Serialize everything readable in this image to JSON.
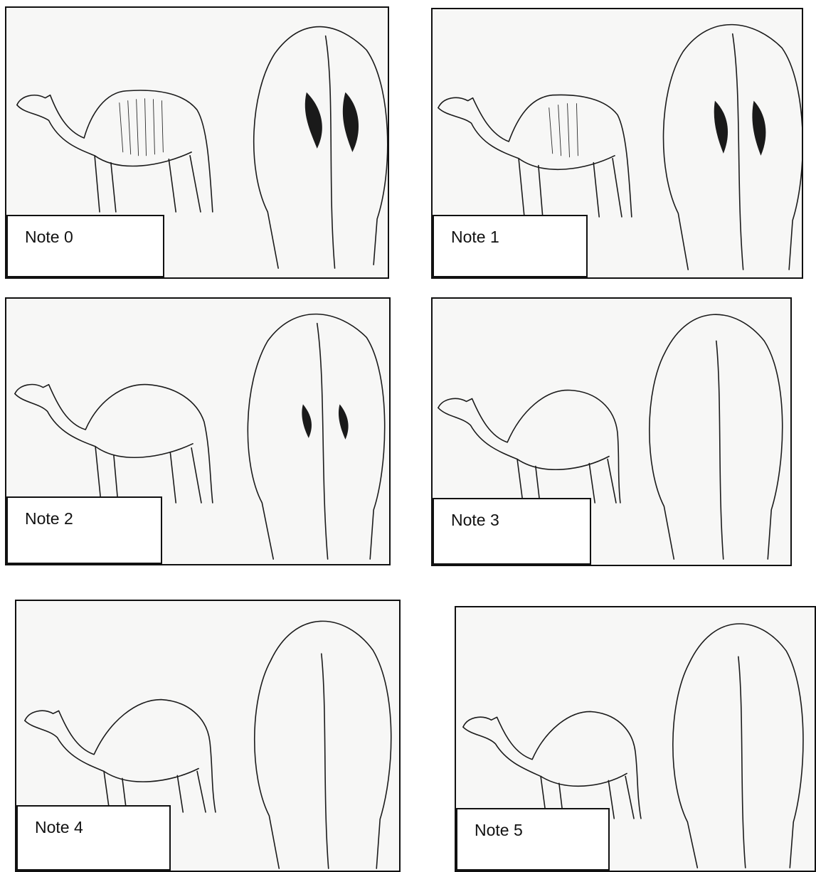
{
  "panels": [
    {
      "label": "Note 0",
      "hatch": 0
    },
    {
      "label": "Note 1",
      "hatch": 1
    },
    {
      "label": "Note 2",
      "hatch": 2
    },
    {
      "label": "Note 3",
      "hatch": 3
    },
    {
      "label": "Note 4",
      "hatch": 4
    },
    {
      "label": "Note 5",
      "hatch": 5
    }
  ]
}
